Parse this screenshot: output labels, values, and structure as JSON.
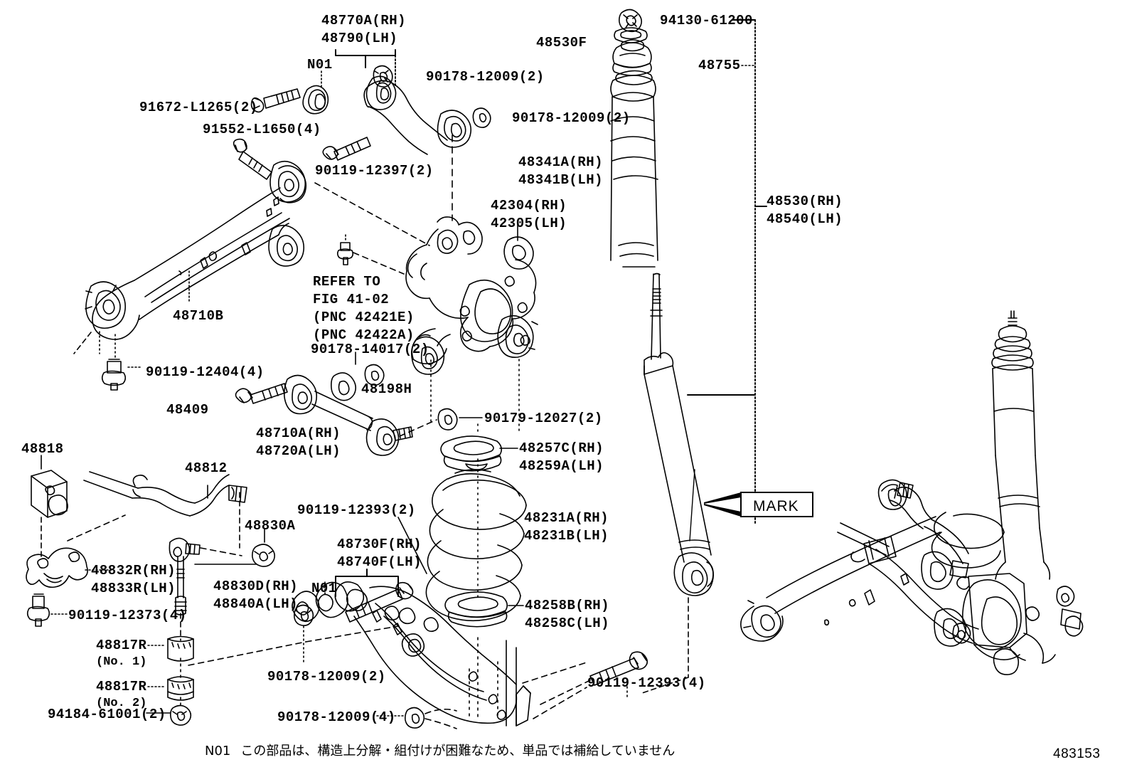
{
  "figure": {
    "number": "483153",
    "note_code": "N01",
    "note_text": "この部品は、構造上分解・組付けが困難なため、単品では補給していません",
    "mark_label": "MARK"
  },
  "labels": {
    "upper_arm_rh": "48770A(RH)",
    "upper_arm_lh": "48790(LH)",
    "n01_upper": "N01",
    "bolt_91672": "91672-L1265(2)",
    "bolt_91552": "91552-L1650(4)",
    "nut_90178_a": "90178-12009(2)",
    "nut_90178_b": "90178-12009(2)",
    "bolt_90119_12397": "90119-12397(2)",
    "nut_94130": "94130-61200",
    "cushion_48530F": "48530F",
    "bumper_48755": "48755",
    "boot_rh": "48341A(RH)",
    "boot_lh": "48341B(LH)",
    "absorber_rh": "48530(RH)",
    "absorber_lh": "48540(LH)",
    "knuckle_rh": "42304(RH)",
    "knuckle_lh": "42305(LH)",
    "trailing_arm": "48710B",
    "refer_line1": "REFER TO",
    "refer_line2": "FIG 41-02",
    "refer_line3": "(PNC 42421E)",
    "refer_line4": "(PNC 42422A)",
    "nut_90178_14017": "90178-14017(2)",
    "washer_48198H": "48198H",
    "bolt_90119_12404": "90119-12404(4)",
    "bolt_48409": "48409",
    "lateral_rh": "48710A(RH)",
    "lateral_lh": "48720A(LH)",
    "nut_90179_12027": "90179-12027(2)",
    "insulator_upper_rh": "48257C(RH)",
    "insulator_upper_lh": "48259A(LH)",
    "spring_rh": "48231A(RH)",
    "spring_lh": "48231B(LH)",
    "insulator_lower_rh": "48258B(RH)",
    "insulator_lower_lh": "48258C(LH)",
    "bushing_48818": "48818",
    "stabilizer_48812": "48812",
    "nut_48830A": "48830A",
    "bracket_rh": "48832R(RH)",
    "bracket_lh": "48833R(LH)",
    "link_rh": "48830D(RH)",
    "link_lh": "48840A(LH)",
    "bolt_90119_12373": "90119-12373(4)",
    "stopper1_code": "48817R",
    "stopper1_no": "(No. 1)",
    "stopper2_code": "48817R",
    "stopper2_no": "(No. 2)",
    "nut_94184": "94184-61001(2)",
    "bolt_90119_12393_2": "90119-12393(2)",
    "lower_arm_rh": "48730F(RH)",
    "lower_arm_lh": "48740F(LH)",
    "n01_lower": "N01",
    "nut_90178_12009_c": "90178-12009(2)",
    "nut_90178_12009_d": "90178-12009(4)",
    "bolt_90119_12393_4": "90119-12393(4)"
  }
}
